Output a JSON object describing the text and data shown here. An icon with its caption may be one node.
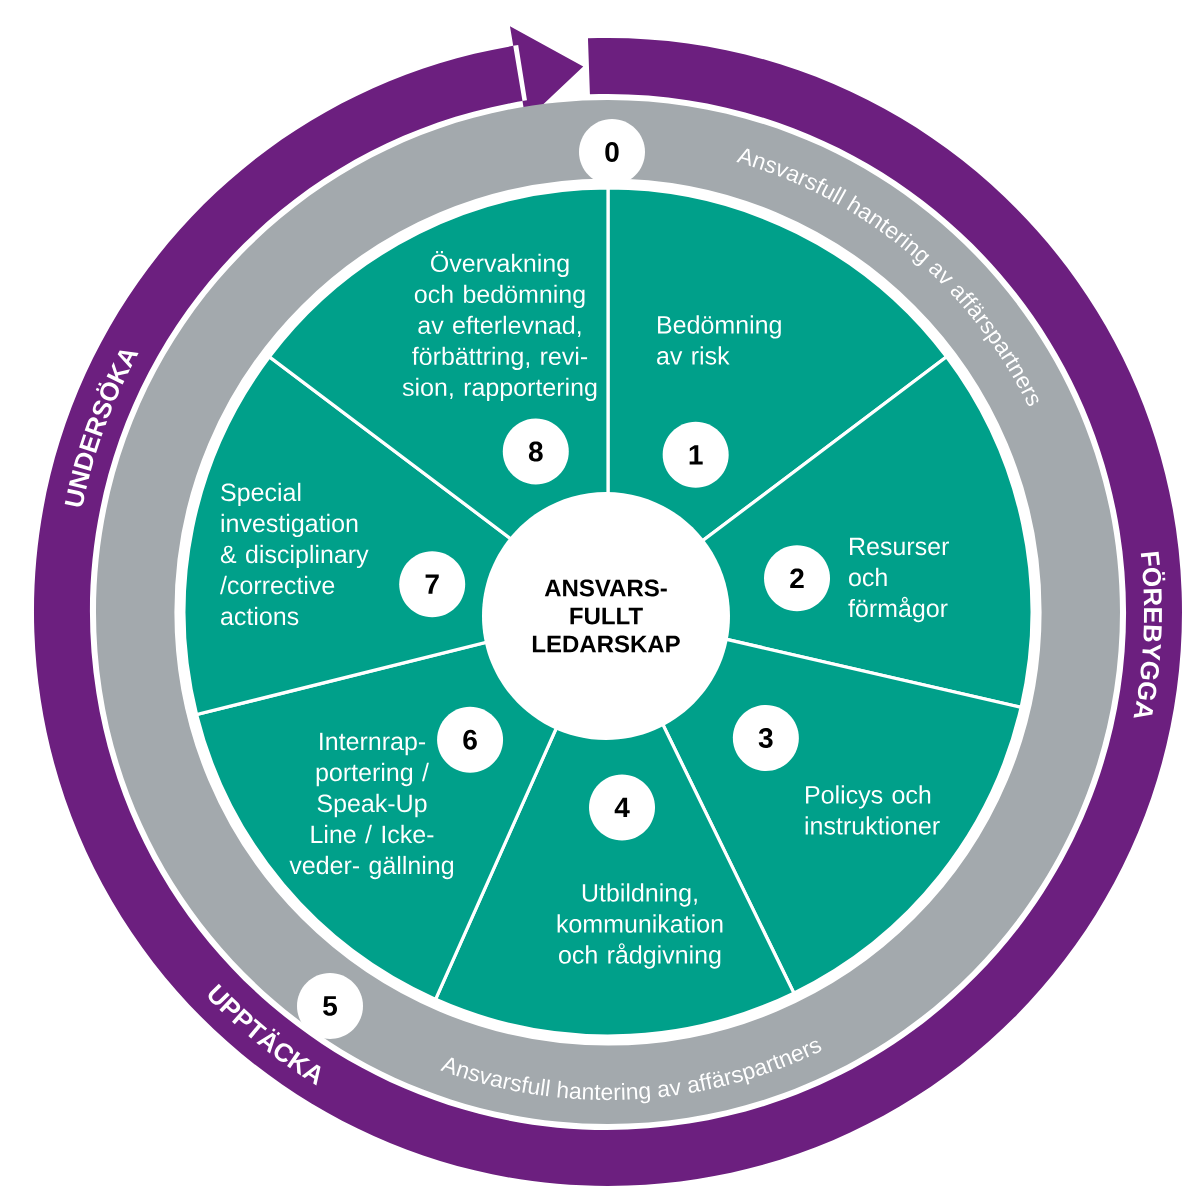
{
  "diagram": {
    "nodes": [
      {
        "text": [
          "0"
        ]
      },
      {
        "text": [
          "5"
        ]
      },
      {
        "text": [
          "ANSVARS- FULLT LEDARSKAP"
        ]
      },
      {
        "text": [
          "Bedömning av risk"
        ]
      },
      {
        "text": [
          "1"
        ],
        "in": 3
      },
      {
        "text": [
          "Resurser och förmågor"
        ]
      },
      {
        "text": [
          "2"
        ],
        "in": 5
      },
      {
        "text": [
          "Policys och instruktioner"
        ]
      },
      {
        "text": [
          "3"
        ],
        "in": 7
      },
      {
        "text": [
          "Utbildning, kommunikation och rådgivning"
        ]
      },
      {
        "text": [
          "4"
        ],
        "in": 9
      },
      {
        "text": [
          "Internrap- portering / Speak-Up Line / Icke-veder- gällning"
        ]
      },
      {
        "text": [
          "6"
        ],
        "in": 11
      },
      {
        "text": [
          "Special investigation & disciplinary /corrective actions"
        ]
      },
      {
        "text": [
          "7"
        ],
        "in": 13
      },
      {
        "text": [
          "Övervakning och bedömning av efterlevnad, förbättring, revi- sion, rapportering"
        ]
      },
      {
        "text": [
          "8"
        ],
        "in": 15
      }
    ],
    "labels": [
      "Ansvarsfull hantering av affärspartners",
      "UNDERSÖKA",
      "FÖREBYGGA",
      "UPPTÄCKA",
      "Ansvarsfull hantering av affärspartners"
    ]
  }
}
